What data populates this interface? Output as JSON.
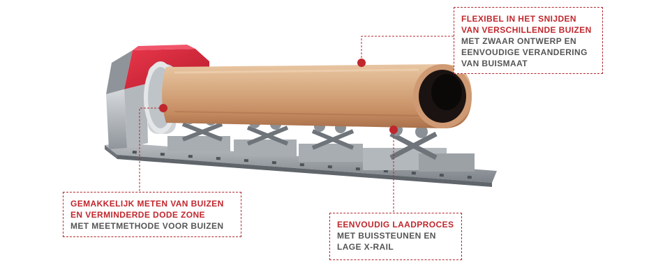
{
  "colors": {
    "accent": "#c0272d",
    "machine_red": "#d8283a",
    "frame_grey": "#9ea3a8",
    "text_grey": "#555555"
  },
  "callouts": {
    "flexibel": {
      "highlight": [
        "FLEXIBEL IN HET SNIJDEN",
        "VAN VERSCHILLENDE BUIZEN"
      ],
      "sub": [
        "MET ZWAAR ONTWERP EN",
        "EENVOUDIGE VERANDERING",
        "VAN BUISMAAT"
      ]
    },
    "meten": {
      "highlight": [
        "GEMAKKELIJK METEN VAN BUIZEN",
        "EN VERMINDERDE DODE ZONE"
      ],
      "sub": [
        "MET MEETMETHODE VOOR BUIZEN"
      ]
    },
    "laden": {
      "highlight": [
        "EENVOUDIG LAADPROCES"
      ],
      "sub": [
        "MET BUISSTEUNEN EN",
        "LAGE X-RAIL"
      ]
    }
  }
}
